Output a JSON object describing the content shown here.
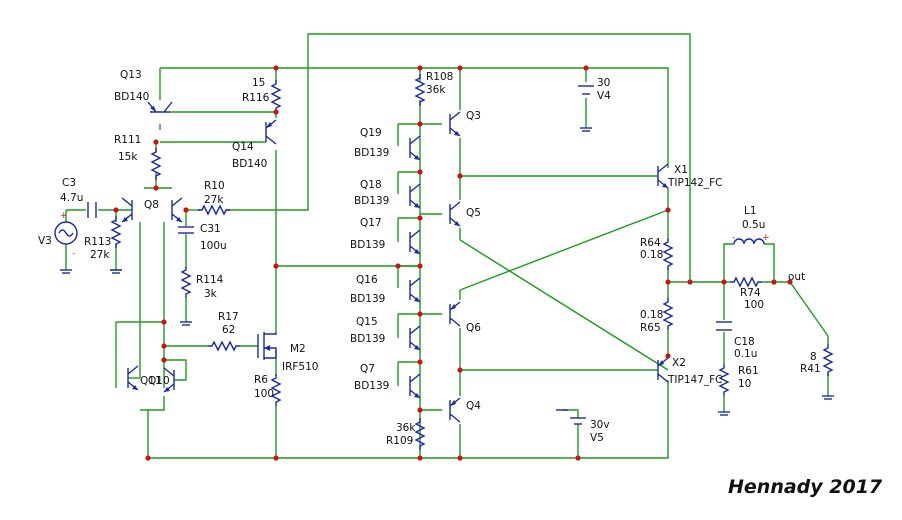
{
  "components": {
    "Q13": {
      "ref": "Q13",
      "value": "BD140"
    },
    "R116": {
      "ref": "R116",
      "value": "15"
    },
    "R108": {
      "ref": "R108",
      "value": "36k"
    },
    "V4": {
      "ref": "V4",
      "value": "30"
    },
    "R111": {
      "ref": "R111",
      "value": "15k"
    },
    "Q14": {
      "ref": "Q14",
      "value": "BD140"
    },
    "Q19": {
      "ref": "Q19",
      "value": "BD139"
    },
    "Q3": {
      "ref": "Q3"
    },
    "X1": {
      "ref": "X1",
      "value": "TIP142_FC"
    },
    "Q18": {
      "ref": "Q18",
      "value": "BD139"
    },
    "C3": {
      "ref": "C3",
      "value": "4.7u"
    },
    "Q8": {
      "ref": "Q8"
    },
    "R10": {
      "ref": "R10",
      "value": "27k"
    },
    "Q17": {
      "ref": "Q17",
      "value": "BD139"
    },
    "Q5": {
      "ref": "Q5"
    },
    "L1": {
      "ref": "L1",
      "value": "0.5u"
    },
    "C31": {
      "ref": "C31",
      "value": "100u"
    },
    "R64": {
      "ref": "R64",
      "value": "0.18"
    },
    "V3": {
      "ref": "V3"
    },
    "R113": {
      "ref": "R113",
      "value": "27k"
    },
    "R74": {
      "ref": "R74",
      "value": "100"
    },
    "out": {
      "label": "out"
    },
    "Q16": {
      "ref": "Q16",
      "value": "BD139"
    },
    "R114": {
      "ref": "R114",
      "value": "3k"
    },
    "Q15": {
      "ref": "Q15",
      "value": "BD139"
    },
    "Q6": {
      "ref": "Q6"
    },
    "R65": {
      "ref": "R65",
      "value": "0.18"
    },
    "R17": {
      "ref": "R17",
      "value": "62"
    },
    "C18": {
      "ref": "C18",
      "value": "0.1u"
    },
    "M2": {
      "ref": "M2",
      "value": "IRF510"
    },
    "Q11": {
      "ref": "Q11"
    },
    "Q10": {
      "ref": "Q10"
    },
    "R41": {
      "ref": "R41",
      "value": "8"
    },
    "X2": {
      "ref": "X2",
      "value": "TIP147_FC"
    },
    "Q7": {
      "ref": "Q7",
      "value": "BD139"
    },
    "R61": {
      "ref": "R61",
      "value": "10"
    },
    "R6": {
      "ref": "R6",
      "value": "100"
    },
    "Q4": {
      "ref": "Q4"
    },
    "V5": {
      "ref": "V5",
      "value": "30v"
    },
    "R109": {
      "ref": "R109",
      "value": "36k"
    }
  },
  "signature": "Hennady 2017"
}
